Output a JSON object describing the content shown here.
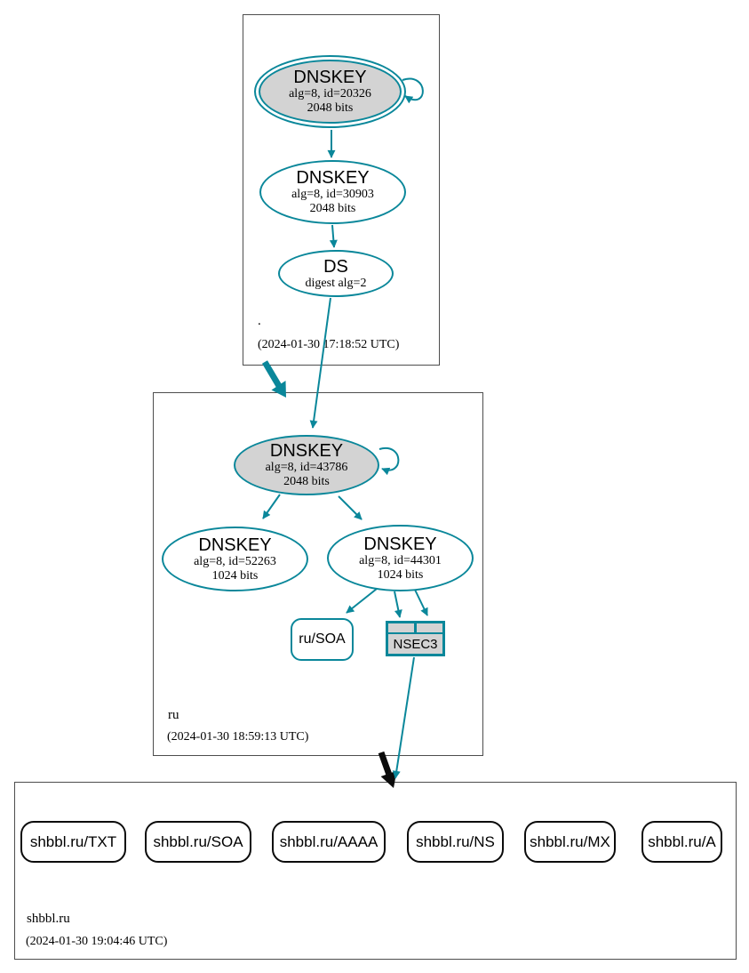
{
  "colors": {
    "secure": "#0a879a",
    "gray_fill": "#d3d3d3",
    "box_border": "#4d4d4d",
    "black": "#0b0b0b"
  },
  "zones": {
    "root": {
      "label": ".",
      "timestamp": "(2024-01-30 17:18:52 UTC)"
    },
    "ru": {
      "label": "ru",
      "timestamp": "(2024-01-30 18:59:13 UTC)"
    },
    "shbbl": {
      "label": "shbbl.ru",
      "timestamp": "(2024-01-30 19:04:46 UTC)"
    }
  },
  "nodes": {
    "root_ksk": {
      "title": "DNSKEY",
      "alg": "alg=8, id=20326",
      "bits": "2048 bits"
    },
    "root_zsk": {
      "title": "DNSKEY",
      "alg": "alg=8, id=30903",
      "bits": "2048 bits"
    },
    "root_ds": {
      "title": "DS",
      "alg": "digest alg=2"
    },
    "ru_ksk": {
      "title": "DNSKEY",
      "alg": "alg=8, id=43786",
      "bits": "2048 bits"
    },
    "ru_zsk_52263": {
      "title": "DNSKEY",
      "alg": "alg=8, id=52263",
      "bits": "1024 bits"
    },
    "ru_zsk_44301": {
      "title": "DNSKEY",
      "alg": "alg=8, id=44301",
      "bits": "1024 bits"
    },
    "ru_soa": {
      "label": "ru/SOA"
    },
    "nsec3": {
      "label": "NSEC3"
    },
    "rrsets": [
      "shbbl.ru/TXT",
      "shbbl.ru/SOA",
      "shbbl.ru/AAAA",
      "shbbl.ru/NS",
      "shbbl.ru/MX",
      "shbbl.ru/A"
    ]
  }
}
